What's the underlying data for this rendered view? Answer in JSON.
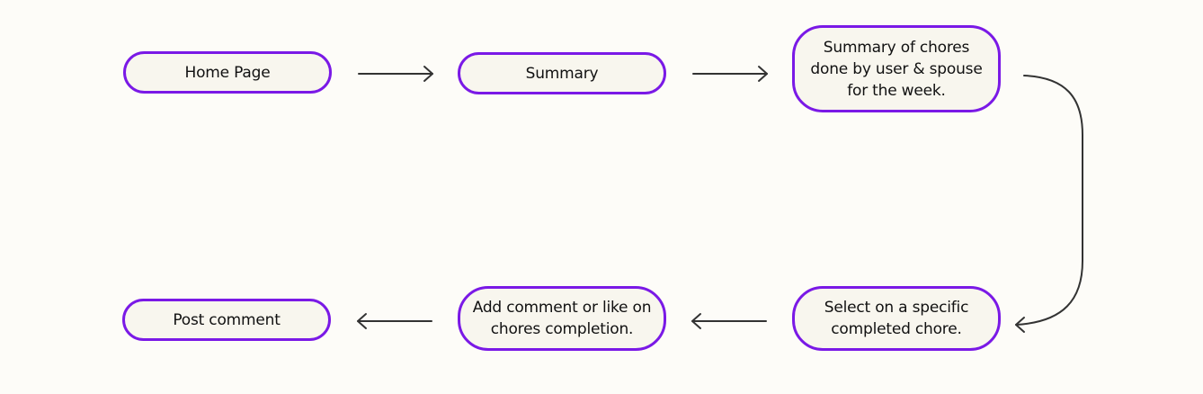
{
  "colors": {
    "background": "#fdfcf8",
    "node_fill": "#f8f6ee",
    "node_border": "#7a19e6",
    "connector": "#333333",
    "text": "#111111"
  },
  "nodes": [
    {
      "id": "home",
      "label": "Home Page"
    },
    {
      "id": "summary",
      "label": "Summary"
    },
    {
      "id": "week",
      "label": "Summary of chores\ndone by user & spouse\nfor the week."
    },
    {
      "id": "select",
      "label": "Select on a specific\ncompleted chore."
    },
    {
      "id": "add",
      "label": "Add comment or like on\nchores completion."
    },
    {
      "id": "post",
      "label": "Post comment"
    }
  ],
  "edges": [
    {
      "from": "home",
      "to": "summary"
    },
    {
      "from": "summary",
      "to": "week"
    },
    {
      "from": "week",
      "to": "select"
    },
    {
      "from": "select",
      "to": "add"
    },
    {
      "from": "add",
      "to": "post"
    }
  ]
}
